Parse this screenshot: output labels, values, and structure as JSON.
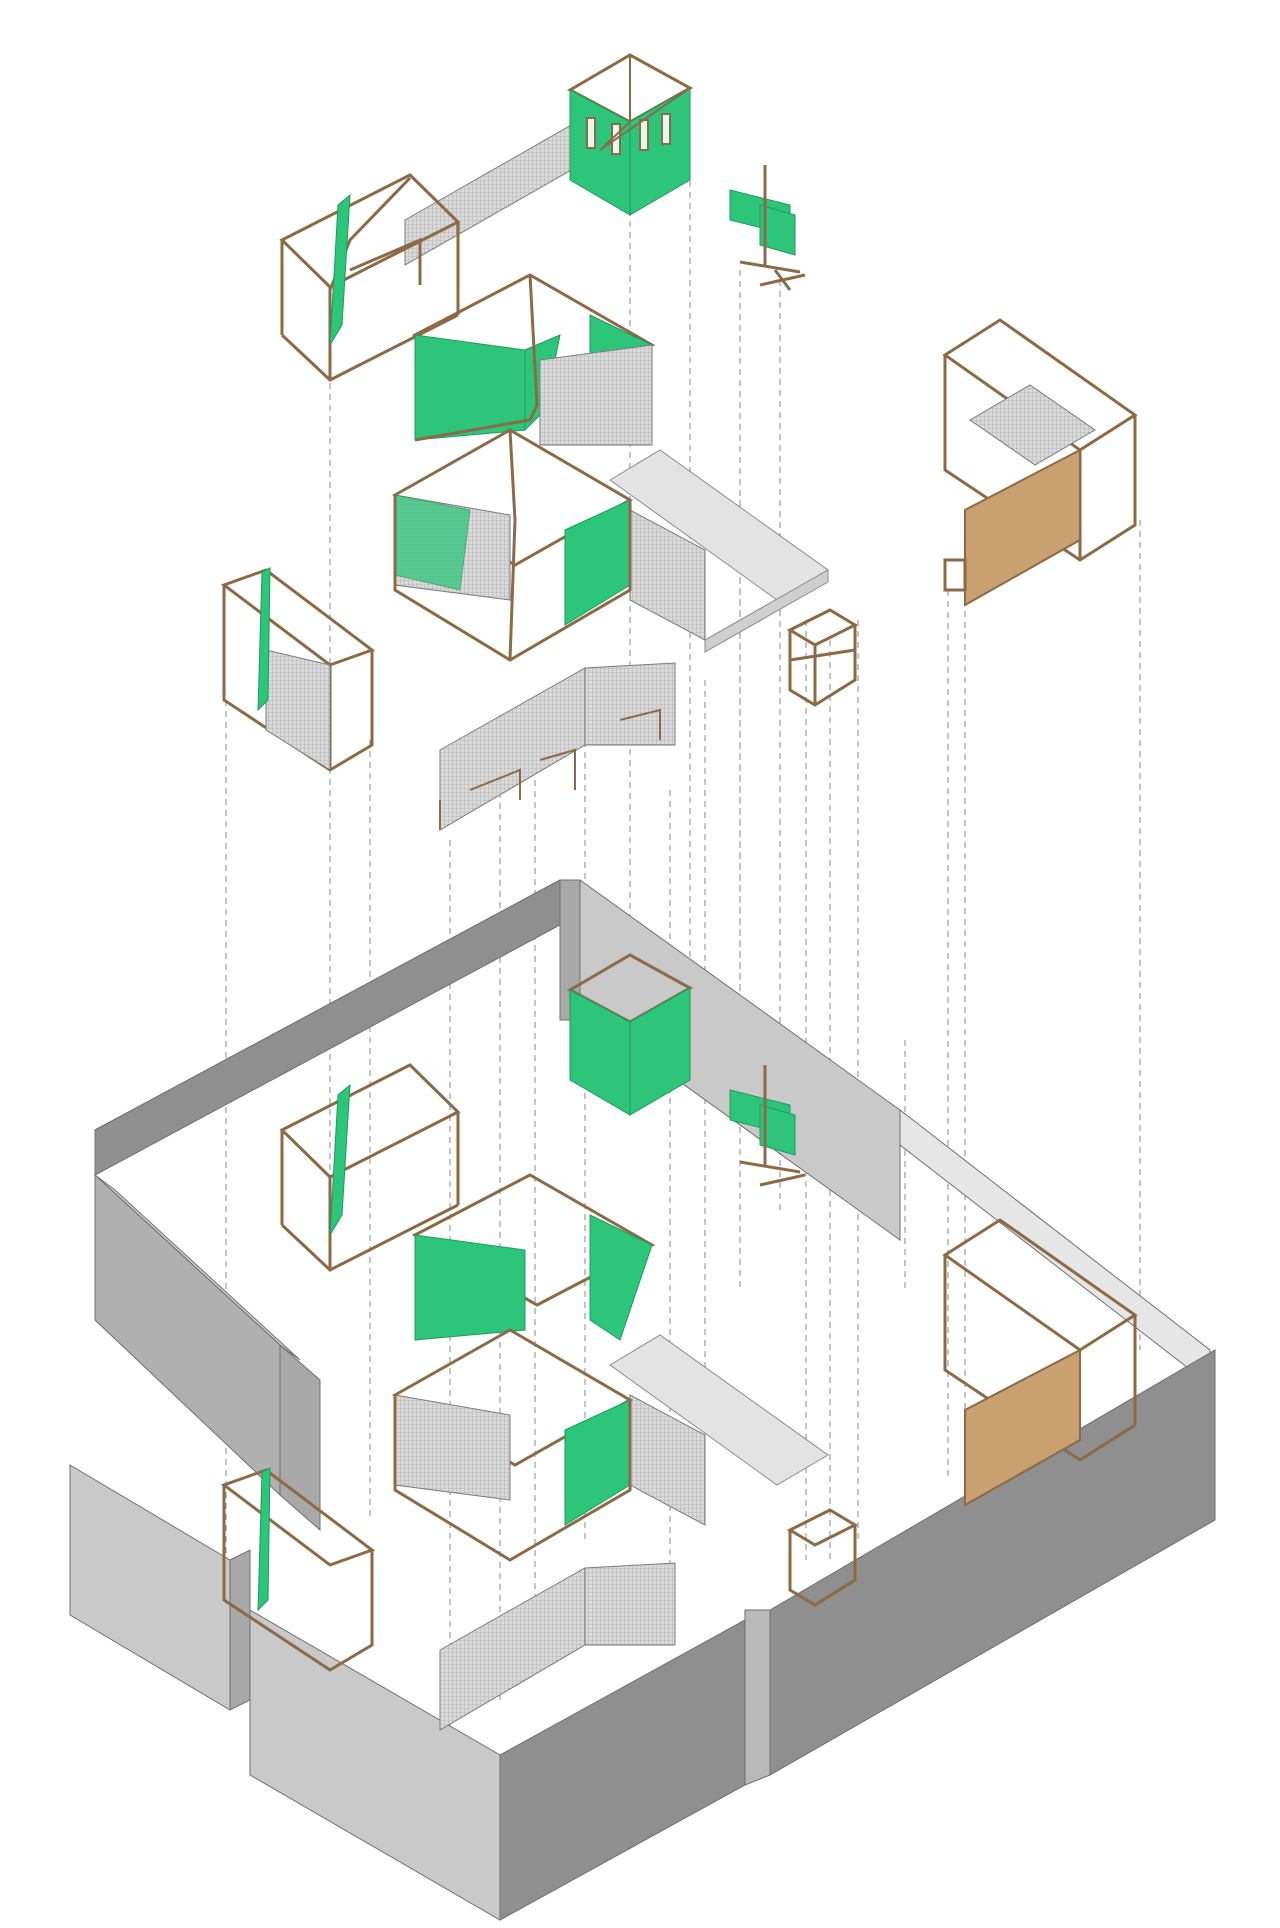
{
  "figure": {
    "kind": "exploded-axonometric",
    "text": "",
    "colors": {
      "background": "#ffffff",
      "frame_timber": "#8a6a48",
      "panel_green": "#2dc57a",
      "panel_green_edge": "#1f9a5d",
      "mesh_panel": "#cfcfcf",
      "mesh_line": "#9a9a9a",
      "wall_dark": "#8f8f8f",
      "wall_mid": "#a8a8a8",
      "wall_light": "#c9c9c9",
      "wall_top": "#e6e6e6",
      "floor_slab": "#e3e3e3",
      "plywood_panel": "#c9a06f",
      "guide_line": "#8a8a8a"
    },
    "icons": [
      "timber-frame-module",
      "mesh-screen",
      "green-canopy-panel",
      "plywood-panel",
      "perimeter-wall",
      "guide-line"
    ]
  }
}
